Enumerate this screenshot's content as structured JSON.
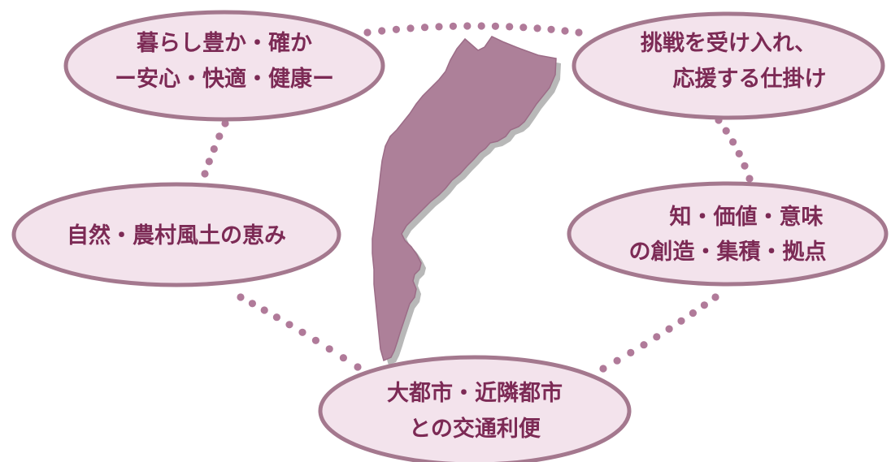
{
  "colors": {
    "node_fill": "#f3e3ec",
    "node_border": "#a4788e",
    "node_text": "#7c2a55",
    "dots": "#b07a99",
    "map_fill": "#ad8099",
    "map_shadow": "#b8b8b8"
  },
  "nodes": {
    "top_left": {
      "line1": "暮らし豊か・確か",
      "line2": "ー安心・快適・健康ー"
    },
    "top_right": {
      "line1": "挑戦を受け入れ、",
      "line2": "応援する仕掛け"
    },
    "middle_left": {
      "line1": "自然・農村風土の恵み"
    },
    "middle_right": {
      "line1": "知・価値・意味",
      "line2": "の創造・集積・拠点"
    },
    "bottom": {
      "line1": "大都市・近隣都市",
      "line2": "との交通利便"
    }
  }
}
